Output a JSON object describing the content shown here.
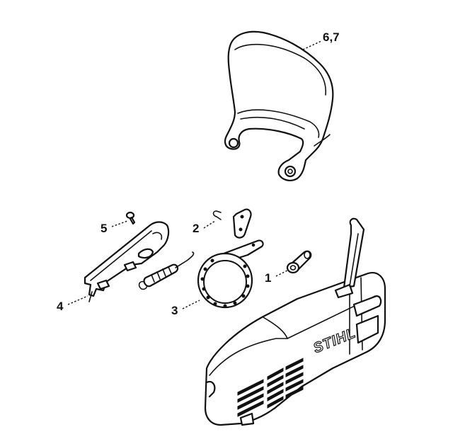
{
  "diagram": {
    "brand_mark": "STIHL",
    "callouts": [
      {
        "id": "hand-guard",
        "label": "6,7"
      },
      {
        "id": "pin",
        "label": "5"
      },
      {
        "id": "clip",
        "label": "2"
      },
      {
        "id": "bushing",
        "label": "1"
      },
      {
        "id": "lever",
        "label": "4"
      },
      {
        "id": "brake-band",
        "label": "3"
      }
    ]
  }
}
